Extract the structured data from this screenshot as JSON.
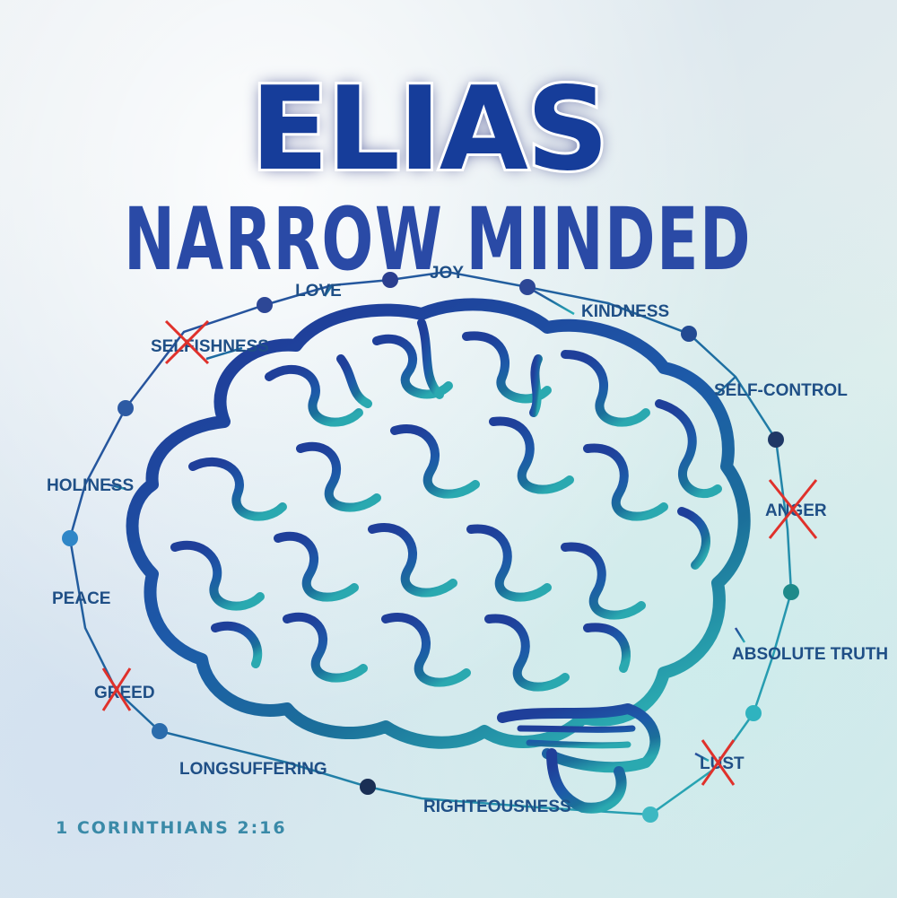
{
  "artist": "ELIAS",
  "album_title": "NARROW MINDED",
  "verse": "1 CORINTHIANS 2:16",
  "labels": {
    "joy": "JOY",
    "love": "LOVE",
    "kindness": "KINDNESS",
    "selfishness": "SELFISHNESS",
    "self_control": "SELF-CONTROL",
    "holiness": "HOLINESS",
    "anger": "ANGER",
    "peace": "PEACE",
    "absolute_truth": "ABSOLUTE TRUTH",
    "greed": "GREED",
    "lust": "LUST",
    "longsuffering": "LONGSUFFERING",
    "righteousness": "RIGHTEOUSNESS"
  },
  "colors": {
    "title_blue": "#163e9a",
    "crossed_red": "#e0312b",
    "brain_blue": "#1f3f9a",
    "brain_teal": "#2aa9b0"
  }
}
